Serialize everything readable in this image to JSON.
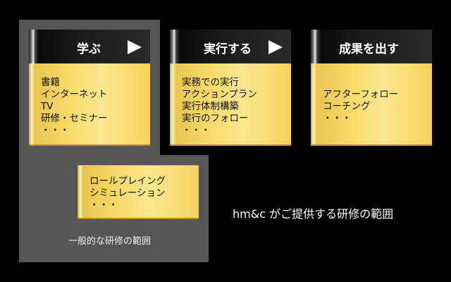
{
  "general_range_label": "一般的な研修の範囲",
  "hmc_range_label": "hm&c がご提供する研修の範囲",
  "cards": [
    {
      "title": "学ぶ",
      "items": [
        "書籍",
        "インターネット",
        "TV",
        "研修・セミナー",
        "・・・"
      ]
    },
    {
      "title": "実行する",
      "items": [
        "実務での実行",
        "アクションプラン",
        "実行体制構築",
        "実行のフォロー",
        "・・・"
      ]
    },
    {
      "title": "成果を出す",
      "items": [
        "アフターフォロー",
        "コーチング",
        "・・・"
      ]
    }
  ],
  "extra_card": {
    "items": [
      "ロールプレイング",
      "シミュレーション",
      "・・・"
    ]
  }
}
